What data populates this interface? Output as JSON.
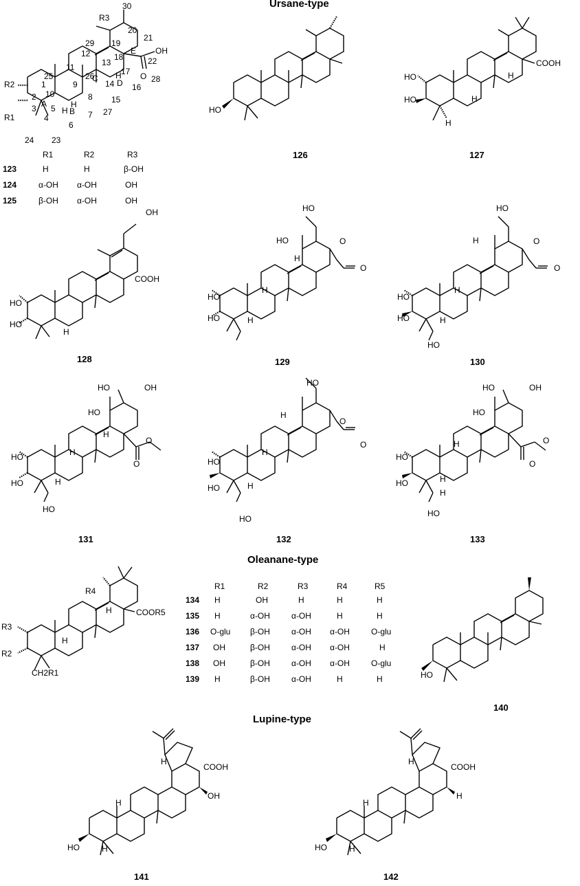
{
  "sections": {
    "ursane": "Ursane-type",
    "oleanane": "Oleanane-type",
    "lupine": "Lupine-type"
  },
  "ursane_template": {
    "atom_numbers": [
      "30",
      "20",
      "21",
      "29",
      "19",
      "12",
      "13",
      "18",
      "E",
      "22",
      "11",
      "25",
      "26",
      "C",
      "17",
      "28",
      "1",
      "9",
      "14",
      "D",
      "16",
      "2",
      "10",
      "8",
      "15",
      "3",
      "A",
      "5",
      "H",
      "27",
      "4",
      "B",
      "7",
      "6",
      "24",
      "23",
      "H",
      "H"
    ],
    "substituents": {
      "r1": "R1",
      "r2": "R2",
      "r3": "R3",
      "acid": "OH",
      "carbonyl": "O"
    },
    "table": {
      "headers": [
        "R1",
        "R2",
        "R3"
      ],
      "rows": [
        {
          "id": "123",
          "cells": [
            "H",
            "H",
            "β-OH"
          ]
        },
        {
          "id": "124",
          "cells": [
            "α-OH",
            "α-OH",
            "OH"
          ]
        },
        {
          "id": "125",
          "cells": [
            "β-OH",
            "α-OH",
            "OH"
          ]
        }
      ]
    }
  },
  "compounds": {
    "c126": {
      "id": "126",
      "labels": [
        "HO"
      ]
    },
    "c127": {
      "id": "127",
      "labels": [
        "HO",
        "HO",
        "COOH",
        "H",
        "H",
        "H"
      ]
    },
    "c128": {
      "id": "128",
      "labels": [
        "OH",
        "HO",
        "HO",
        "COOH",
        "H"
      ]
    },
    "c129": {
      "id": "129",
      "labels": [
        "HO",
        "HO",
        "HO",
        "HO",
        "O",
        "O",
        "H",
        "H",
        "H"
      ]
    },
    "c130": {
      "id": "130",
      "labels": [
        "HO",
        "HO",
        "HO",
        "HO",
        "O",
        "O",
        "H",
        "H",
        "H"
      ]
    },
    "c131": {
      "id": "131",
      "labels": [
        "HO",
        "OH",
        "HO",
        "HO",
        "HO",
        "HO",
        "O",
        "O",
        "H",
        "H",
        "H"
      ]
    },
    "c132": {
      "id": "132",
      "labels": [
        "HO",
        "HO",
        "HO",
        "HO",
        "O",
        "O",
        "H",
        "H",
        "H"
      ]
    },
    "c133": {
      "id": "133",
      "labels": [
        "HO",
        "OH",
        "HO",
        "HO",
        "HO",
        "HO",
        "O",
        "O",
        "H",
        "H",
        "H"
      ]
    },
    "c140": {
      "id": "140",
      "labels": [
        "HO"
      ]
    },
    "c141": {
      "id": "141",
      "labels": [
        "HO",
        "COOH",
        "OH",
        "H",
        "H",
        "H"
      ]
    },
    "c142": {
      "id": "142",
      "labels": [
        "HO",
        "COOH",
        "H",
        "H",
        "H",
        "H"
      ]
    }
  },
  "oleanane_template": {
    "substituents": {
      "r4": "R4",
      "r3": "R3",
      "r2": "R2",
      "ch2r1": "CH2R1",
      "coor5": "COOR5",
      "h1": "H",
      "h2": "H"
    },
    "table": {
      "headers": [
        "R1",
        "R2",
        "R3",
        "R4",
        "R5"
      ],
      "rows": [
        {
          "id": "134",
          "cells": [
            "H",
            "OH",
            "H",
            "H",
            "H"
          ]
        },
        {
          "id": "135",
          "cells": [
            "H",
            "α-OH",
            "α-OH",
            "H",
            "H"
          ]
        },
        {
          "id": "136",
          "cells": [
            "O-glu",
            "β-OH",
            "α-OH",
            "α-OH",
            "O-glu"
          ]
        },
        {
          "id": "137",
          "cells": [
            "OH",
            "β-OH",
            "α-OH",
            "α-OH",
            "H"
          ]
        },
        {
          "id": "138",
          "cells": [
            "OH",
            "β-OH",
            "α-OH",
            "α-OH",
            "O-glu"
          ]
        },
        {
          "id": "139",
          "cells": [
            "H",
            "β-OH",
            "α-OH",
            "H",
            "H"
          ]
        }
      ]
    }
  }
}
